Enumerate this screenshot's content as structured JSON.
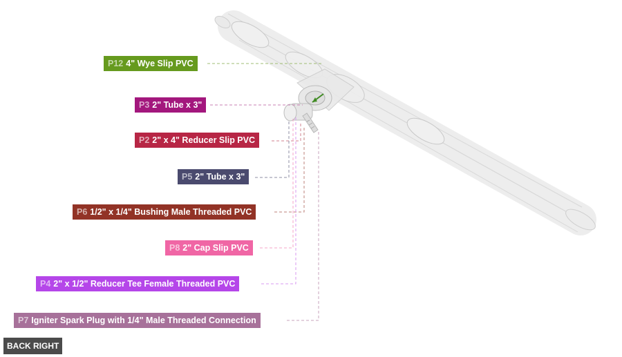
{
  "parts": [
    {
      "id": "P12",
      "name": "4\" Wye Slip PVC",
      "color": "#669a1e"
    },
    {
      "id": "P3",
      "name": "2\" Tube x 3\"",
      "color": "#a3177d"
    },
    {
      "id": "P2",
      "name": "2\" x 4\" Reducer Slip PVC",
      "color": "#b72645"
    },
    {
      "id": "P5",
      "name": "2\" Tube x 3\"",
      "color": "#4a4a6e"
    },
    {
      "id": "P6",
      "name": "1/2\" x 1/4\" Bushing Male Threaded PVC",
      "color": "#923326"
    },
    {
      "id": "P8",
      "name": "2\" Cap Slip PVC",
      "color": "#f066a5"
    },
    {
      "id": "P4",
      "name": "2\" x 1/2\" Reducer Tee Female Threaded PVC",
      "color": "#b546e9"
    },
    {
      "id": "P7",
      "name": "Igniter Spark Plug with 1/4\" Male Threaded Connection",
      "color": "#a7719a"
    }
  ],
  "view": {
    "label": "BACK RIGHT"
  }
}
